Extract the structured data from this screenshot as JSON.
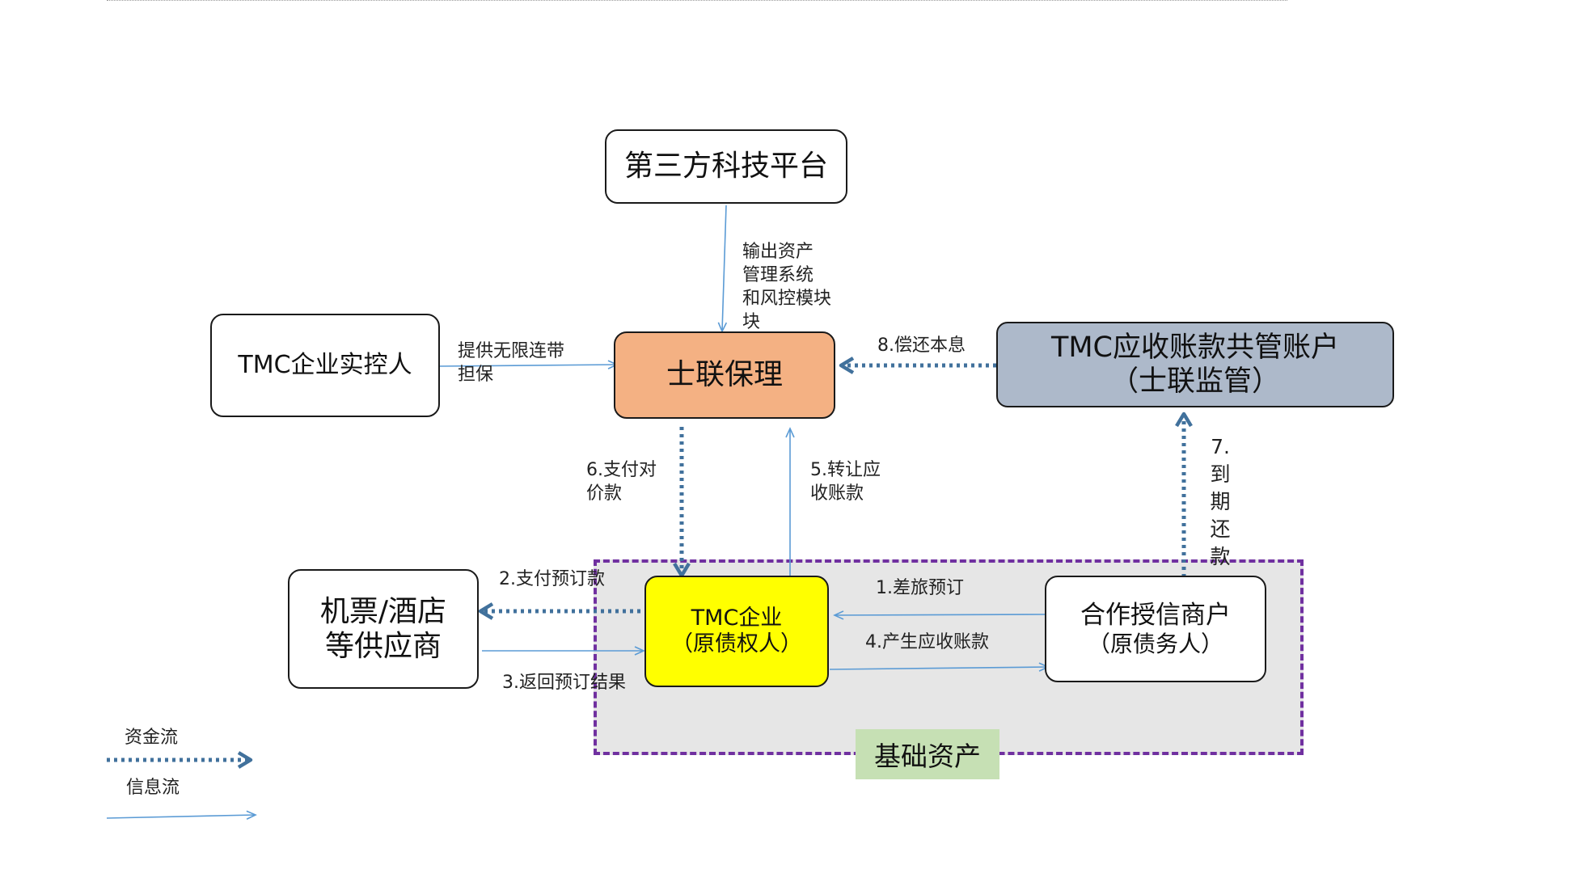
{
  "nodes": {
    "platform": "第三方科技平台",
    "controller": "TMC企业实控人",
    "factoring": "士联保理",
    "account_line1": "TMC应收账款共管账户",
    "account_line2": "（士联监管）",
    "supplier_line1": "机票/酒店",
    "supplier_line2": "等供应商",
    "tmc_line1": "TMC企业",
    "tmc_line2": "（原债权人）",
    "merchant_line1": "合作授信商户",
    "merchant_line2": "（原债务人）",
    "basic_asset": "基础资产"
  },
  "edges": {
    "e_platform": [
      "输出资产",
      "管理系统",
      "和风控模块",
      "块"
    ],
    "e_guarantee": [
      "提供无限连带",
      "担保"
    ],
    "e8": "8.偿还本息",
    "e6": [
      "6.支付对",
      "价款"
    ],
    "e5": [
      "5.转让应",
      "收账款"
    ],
    "e7": [
      "7.",
      "到",
      "期",
      "还",
      "款"
    ],
    "e2": "2.支付预订款",
    "e3": "3.返回预订结果",
    "e1": "1.差旅预订",
    "e4": "4.产生应收账款"
  },
  "legend": {
    "fund_flow": "资金流",
    "info_flow": "信息流"
  },
  "colors": {
    "factoring_fill": "#f4b183",
    "account_fill": "#adb9ca",
    "tmc_fill": "#ffff00",
    "region_border": "#7030a0",
    "region_fill": "#e6e6e6",
    "basic_asset_fill": "#c6e0b4",
    "fund_arrow": "#41719c",
    "info_arrow": "#5b9bd5"
  }
}
